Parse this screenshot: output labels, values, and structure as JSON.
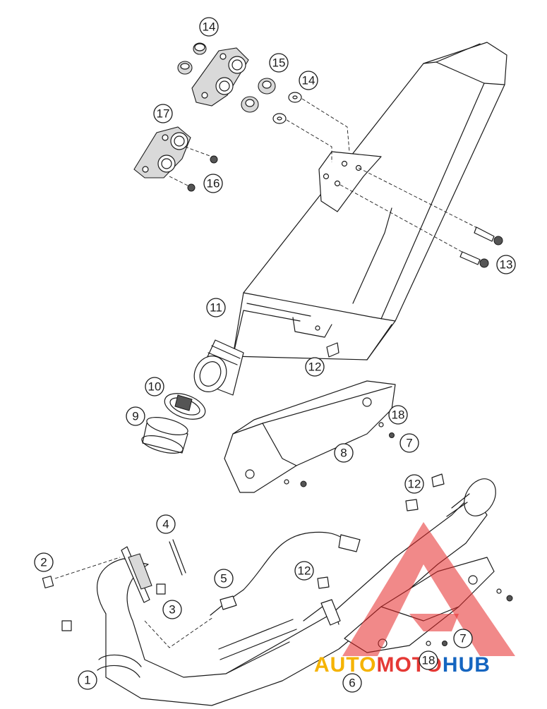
{
  "callouts": [
    {
      "label": "14"
    },
    {
      "label": "15"
    },
    {
      "label": "14"
    },
    {
      "label": "17"
    },
    {
      "label": "16"
    },
    {
      "label": "13"
    },
    {
      "label": "11"
    },
    {
      "label": "12"
    },
    {
      "label": "10"
    },
    {
      "label": "9"
    },
    {
      "label": "18"
    },
    {
      "label": "7"
    },
    {
      "label": "8"
    },
    {
      "label": "12"
    },
    {
      "label": "4"
    },
    {
      "label": "2"
    },
    {
      "label": "12"
    },
    {
      "label": "5"
    },
    {
      "label": "3"
    },
    {
      "label": "1"
    },
    {
      "label": "7"
    },
    {
      "label": "18"
    },
    {
      "label": "6"
    }
  ],
  "watermark": {
    "part1": "AUTO",
    "part2": "MOTO",
    "part3": "HUB",
    "color1": "#f5b300",
    "color2": "#e53935",
    "color3": "#1565c0"
  }
}
